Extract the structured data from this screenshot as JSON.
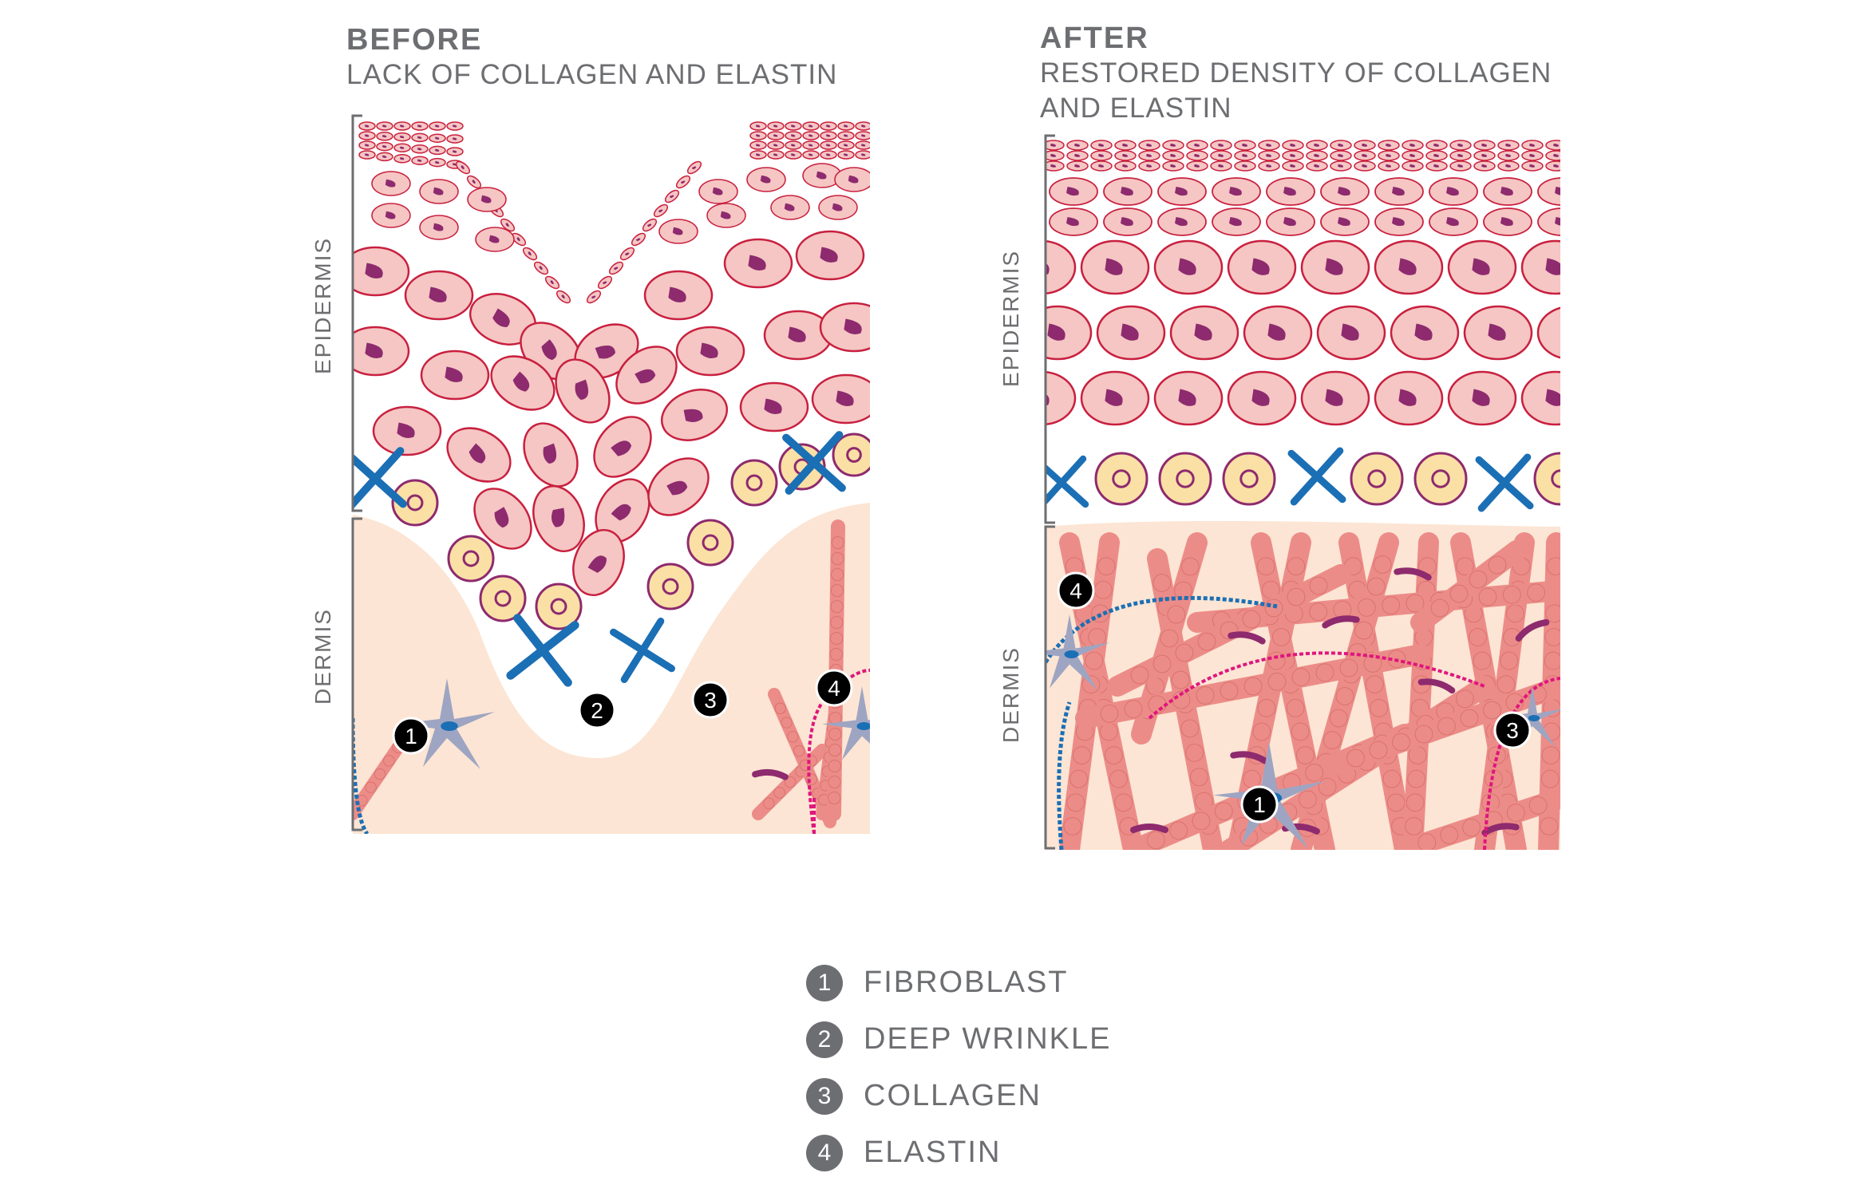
{
  "before": {
    "title": "BEFORE",
    "subtitle": "LACK OF COLLAGEN AND ELASTIN",
    "layer_epidermis": "EPIDERMIS",
    "layer_dermis": "DERMIS",
    "markers": [
      "1",
      "2",
      "3",
      "4"
    ]
  },
  "after": {
    "title": "AFTER",
    "subtitle_line1": "RESTORED DENSITY OF COLLAGEN",
    "subtitle_line2": "AND ELASTIN",
    "layer_epidermis": "EPIDERMIS",
    "layer_dermis": "DERMIS",
    "markers": [
      "1",
      "3",
      "4"
    ]
  },
  "legend": [
    {
      "num": "1",
      "label": "FIBROBLAST"
    },
    {
      "num": "2",
      "label": "DEEP WRINKLE"
    },
    {
      "num": "3",
      "label": "COLLAGEN"
    },
    {
      "num": "4",
      "label": "ELASTIN"
    }
  ],
  "colors": {
    "dermis": "#fce5d4",
    "cell_fill": "#f5c6c3",
    "cell_stroke": "#c8203f",
    "nucleus": "#8e2a6e",
    "basal_fill": "#fbe0a6",
    "basal_stroke": "#8e2a6e",
    "cross": "#1b6fb5",
    "collagen": "#ec8c88",
    "elastin": "#e0157d",
    "fibroblast": "#9ea5c2",
    "text": "#6d6e71"
  },
  "icons": [
    "cell-icon",
    "basal-cell-icon",
    "langerhans-cross-icon",
    "fibroblast-icon",
    "collagen-fiber-icon",
    "elastin-fiber-icon",
    "marker-circle-icon"
  ]
}
